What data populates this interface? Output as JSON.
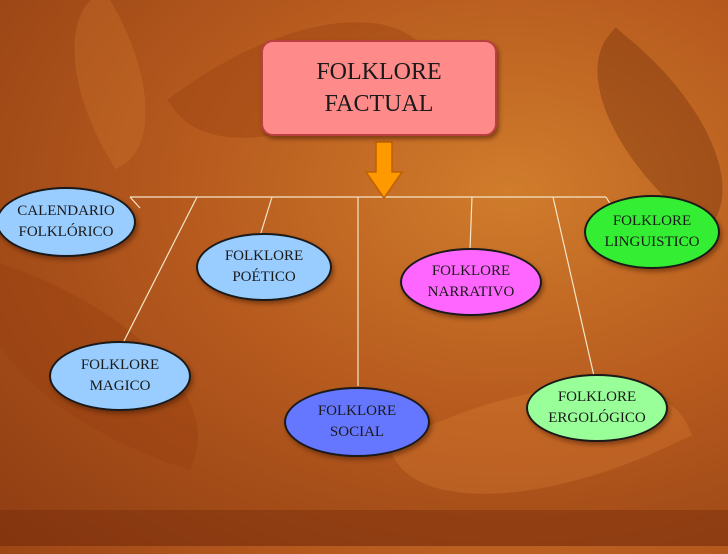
{
  "title": {
    "line1": "FOLKLORE",
    "line2": "FACTUAL"
  },
  "colors": {
    "root": "#fe8a8a",
    "calendario": "#99ccff",
    "poetico": "#99ccff",
    "narrativo": "#ff66ff",
    "linguistico": "#33ee33",
    "magico": "#99ccff",
    "social": "#6677ff",
    "ergologico": "#99ff99",
    "arrow": "#ff9900",
    "connector": "#f4e6c8"
  },
  "nodes": {
    "calendario": {
      "line1": "CALENDARIO",
      "line2": "FOLKLÓRICO"
    },
    "poetico": {
      "line1": "FOLKLORE",
      "line2": "POÉTICO"
    },
    "narrativo": {
      "line1": "FOLKLORE",
      "line2": "NARRATIVO"
    },
    "linguistico": {
      "line1": "FOLKLORE",
      "line2": "LINGUISTICO"
    },
    "magico": {
      "line1": "FOLKLORE",
      "line2": "MAGICO"
    },
    "social": {
      "line1": "FOLKLORE",
      "line2": "SOCIAL"
    },
    "ergologico": {
      "line1": "FOLKLORE",
      "line2": "ERGOLÓGICO"
    }
  }
}
